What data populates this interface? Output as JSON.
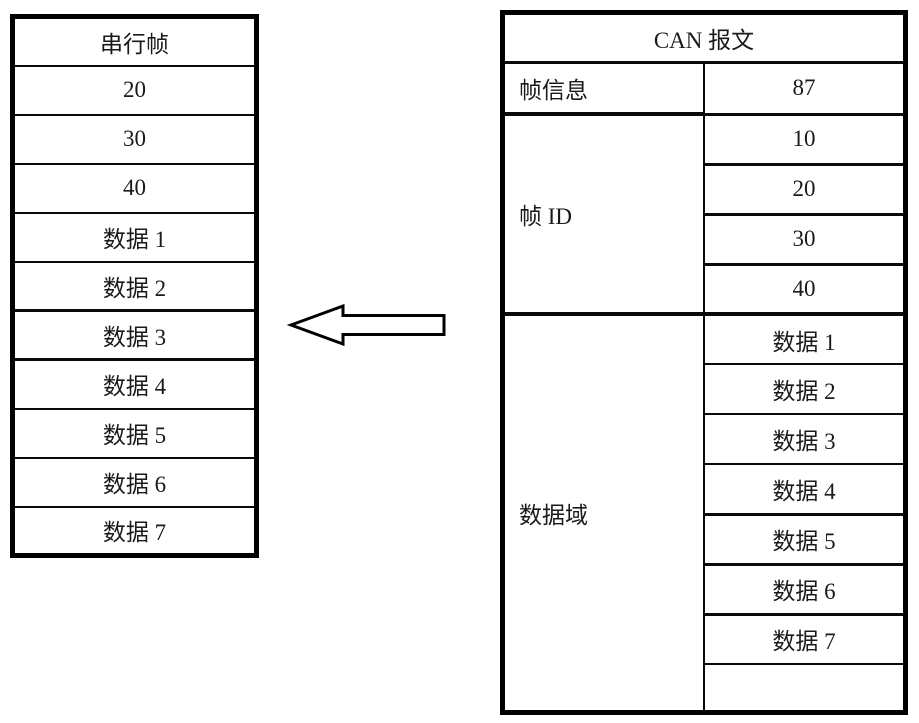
{
  "colors": {
    "value_orange": "#d96026",
    "value_blue": "#2438b5",
    "border_black": "#000000",
    "text_black": "#1a1a1a",
    "background": "#ffffff"
  },
  "left_table": {
    "title": "串行帧",
    "cells": [
      "20",
      "30",
      "40",
      "数据 1",
      "数据 2",
      "数据 3",
      "数据 4",
      "数据 5",
      "数据 6",
      "数据 7"
    ]
  },
  "right_table": {
    "title": "CAN 报文",
    "frame_info_label": "帧信息",
    "frame_info_value": "87",
    "frame_id_label": "帧 ID",
    "frame_id_values": [
      "10",
      "20",
      "30",
      "40"
    ],
    "data_field_label": "数据域",
    "data_values": [
      "数据 1",
      "数据 2",
      "数据 3",
      "数据 4",
      "数据 5",
      "数据 6",
      "数据 7"
    ]
  },
  "arrow": {
    "direction": "left"
  }
}
